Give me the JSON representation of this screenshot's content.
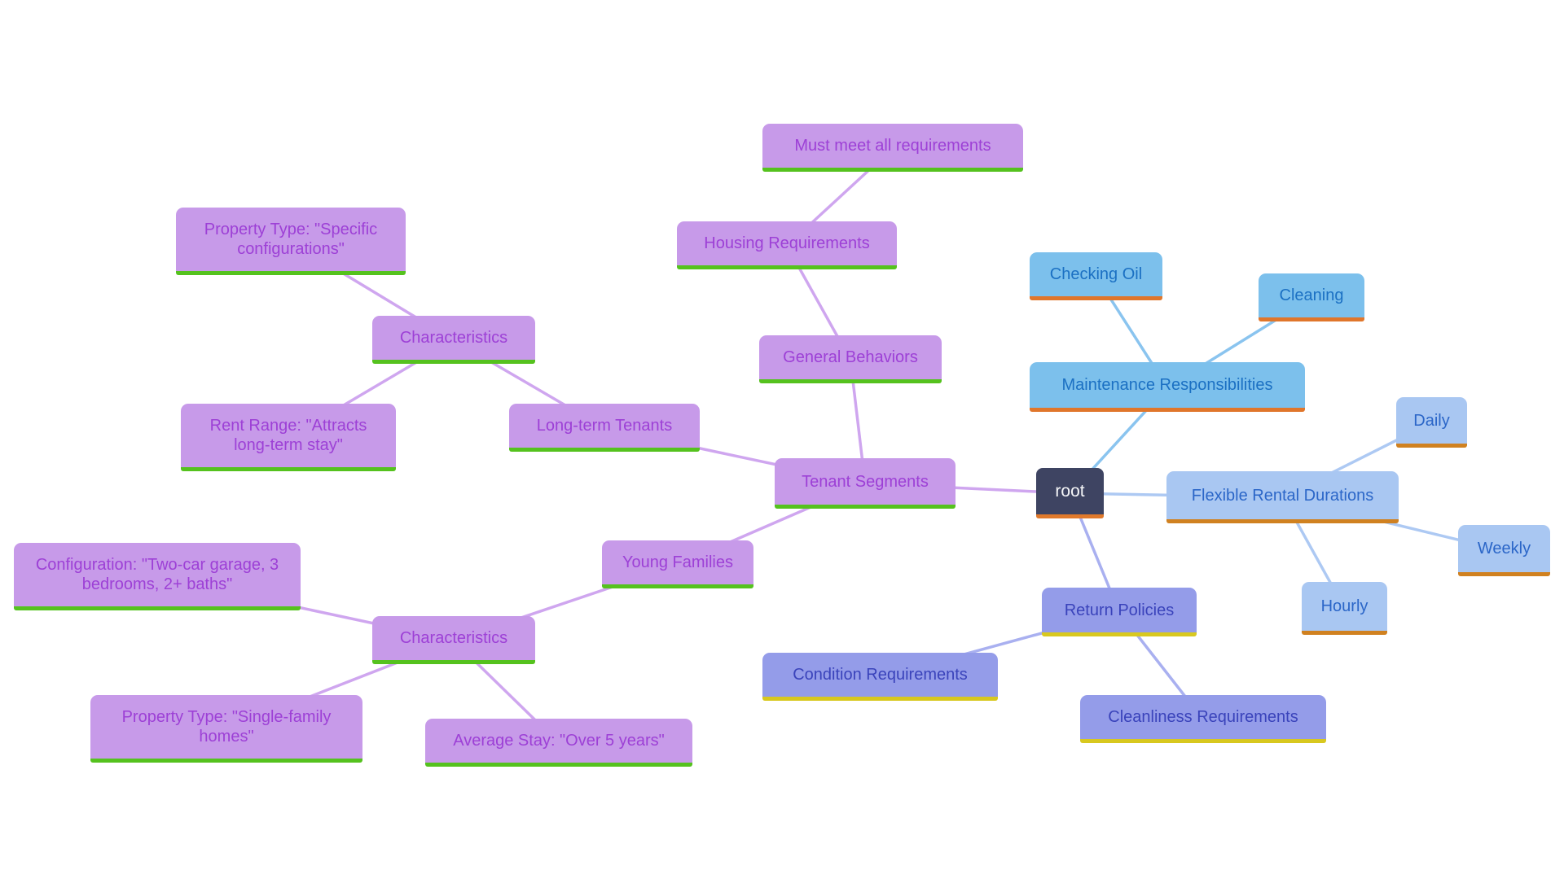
{
  "canvas": {
    "background": "#ffffff",
    "type": "mindmap"
  },
  "families": {
    "purple": {
      "fill": "#c79ae9",
      "text": "#9d40d6",
      "underline": "#55c21e",
      "line": "#cfa6ef"
    },
    "sky_blue": {
      "fill": "#7cc0ec",
      "text": "#1b70c3",
      "underline": "#e0762b",
      "line": "#8ac4ef"
    },
    "light_blue": {
      "fill": "#a9c7f2",
      "text": "#2b66c8",
      "underline": "#d08120",
      "line": "#adc9f3"
    },
    "periwinkle": {
      "fill": "#949ce9",
      "text": "#3a43bb",
      "underline": "#d8c81f",
      "line": "#a9b0f0"
    },
    "root": {
      "fill": "#3e4462",
      "text": "#f5f6f8",
      "underline": "#e0792b"
    }
  },
  "nodes": {
    "root": {
      "label": "root",
      "family": "root"
    },
    "tenant_segments": {
      "label": "Tenant Segments",
      "family": "purple"
    },
    "long_term_tenants": {
      "label": "Long-term Tenants",
      "family": "purple"
    },
    "characteristics_longterm": {
      "label": "Characteristics",
      "family": "purple"
    },
    "property_type_specific": {
      "label": "Property Type: \"Specific configurations\"",
      "family": "purple"
    },
    "rent_range": {
      "label": "Rent Range: \"Attracts long-term stay\"",
      "family": "purple"
    },
    "general_behaviors": {
      "label": "General Behaviors",
      "family": "purple"
    },
    "housing_requirements": {
      "label": "Housing Requirements",
      "family": "purple"
    },
    "must_meet_all": {
      "label": "Must meet all requirements",
      "family": "purple"
    },
    "young_families": {
      "label": "Young Families",
      "family": "purple"
    },
    "characteristics_families": {
      "label": "Characteristics",
      "family": "purple"
    },
    "configuration": {
      "label": "Configuration: \"Two-car garage, 3 bedrooms, 2+ baths\"",
      "family": "purple"
    },
    "property_type_single": {
      "label": "Property Type: \"Single-family homes\"",
      "family": "purple"
    },
    "average_stay": {
      "label": "Average Stay: \"Over 5 years\"",
      "family": "purple"
    },
    "maintenance_responsibilities": {
      "label": "Maintenance Responsibilities",
      "family": "sky_blue"
    },
    "checking_oil": {
      "label": "Checking Oil",
      "family": "sky_blue"
    },
    "cleaning": {
      "label": "Cleaning",
      "family": "sky_blue"
    },
    "flexible_rental_durations": {
      "label": "Flexible Rental Durations",
      "family": "light_blue"
    },
    "daily": {
      "label": "Daily",
      "family": "light_blue"
    },
    "weekly": {
      "label": "Weekly",
      "family": "light_blue"
    },
    "hourly": {
      "label": "Hourly",
      "family": "light_blue"
    },
    "return_policies": {
      "label": "Return Policies",
      "family": "periwinkle"
    },
    "condition_requirements": {
      "label": "Condition Requirements",
      "family": "periwinkle"
    },
    "cleanliness_requirements": {
      "label": "Cleanliness Requirements",
      "family": "periwinkle"
    }
  },
  "edges": [
    {
      "from": "root",
      "to": "tenant_segments",
      "family": "purple"
    },
    {
      "from": "tenant_segments",
      "to": "long_term_tenants",
      "family": "purple"
    },
    {
      "from": "tenant_segments",
      "to": "general_behaviors",
      "family": "purple"
    },
    {
      "from": "tenant_segments",
      "to": "young_families",
      "family": "purple"
    },
    {
      "from": "long_term_tenants",
      "to": "characteristics_longterm",
      "family": "purple"
    },
    {
      "from": "characteristics_longterm",
      "to": "property_type_specific",
      "family": "purple"
    },
    {
      "from": "characteristics_longterm",
      "to": "rent_range",
      "family": "purple"
    },
    {
      "from": "general_behaviors",
      "to": "housing_requirements",
      "family": "purple"
    },
    {
      "from": "housing_requirements",
      "to": "must_meet_all",
      "family": "purple"
    },
    {
      "from": "young_families",
      "to": "characteristics_families",
      "family": "purple"
    },
    {
      "from": "characteristics_families",
      "to": "configuration",
      "family": "purple"
    },
    {
      "from": "characteristics_families",
      "to": "property_type_single",
      "family": "purple"
    },
    {
      "from": "characteristics_families",
      "to": "average_stay",
      "family": "purple"
    },
    {
      "from": "root",
      "to": "maintenance_responsibilities",
      "family": "sky_blue"
    },
    {
      "from": "maintenance_responsibilities",
      "to": "checking_oil",
      "family": "sky_blue"
    },
    {
      "from": "maintenance_responsibilities",
      "to": "cleaning",
      "family": "sky_blue"
    },
    {
      "from": "root",
      "to": "flexible_rental_durations",
      "family": "light_blue"
    },
    {
      "from": "flexible_rental_durations",
      "to": "daily",
      "family": "light_blue"
    },
    {
      "from": "flexible_rental_durations",
      "to": "weekly",
      "family": "light_blue"
    },
    {
      "from": "flexible_rental_durations",
      "to": "hourly",
      "family": "light_blue"
    },
    {
      "from": "root",
      "to": "return_policies",
      "family": "periwinkle"
    },
    {
      "from": "return_policies",
      "to": "condition_requirements",
      "family": "periwinkle"
    },
    {
      "from": "return_policies",
      "to": "cleanliness_requirements",
      "family": "periwinkle"
    }
  ]
}
